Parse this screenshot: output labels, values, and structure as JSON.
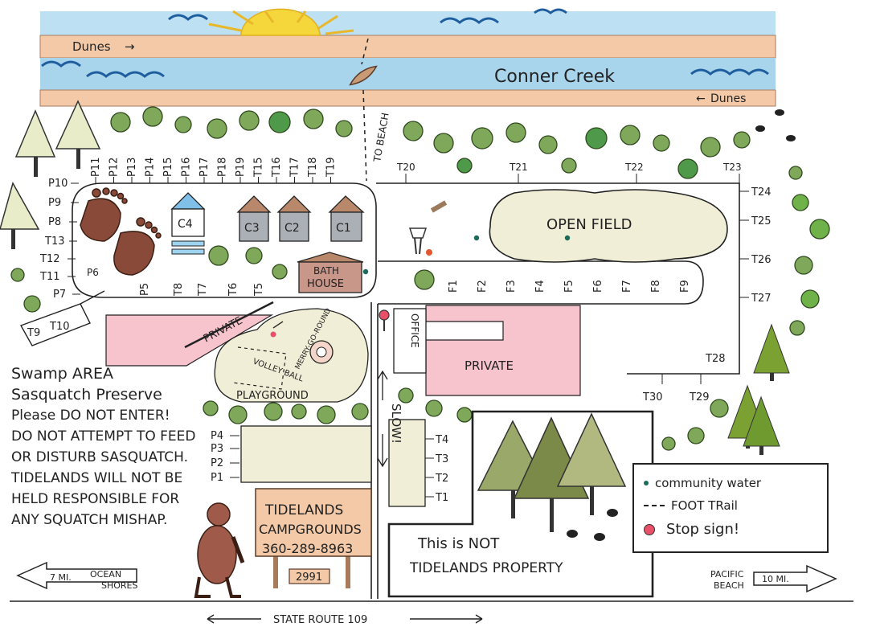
{
  "waterways": {
    "dunes_top": "Dunes",
    "creek": "Conner Creek",
    "dunes_bottom": "Dunes",
    "to_beach": "TO BEACH"
  },
  "sites": {
    "tent_top": [
      "T20",
      "T21",
      "T22",
      "T23"
    ],
    "tent_right": [
      "T24",
      "T25",
      "T26",
      "T27",
      "T28"
    ],
    "tent_bottom_right": [
      "T30",
      "T29"
    ],
    "tent_front": [
      "T4",
      "T3",
      "T2",
      "T1"
    ],
    "p_top": [
      "P11",
      "P12",
      "P13",
      "P14",
      "P15",
      "P16",
      "P17",
      "P18",
      "P19",
      "T15",
      "T16",
      "T17",
      "T18",
      "T19"
    ],
    "p_left": [
      "P10",
      "P9",
      "P8",
      "T13",
      "T12",
      "T11",
      "P7"
    ],
    "p6": "P6",
    "loop_bottom": [
      "P5",
      "T8",
      "T7",
      "T6",
      "T5"
    ],
    "f_sites": [
      "F1",
      "F2",
      "F3",
      "F4",
      "F5",
      "F6",
      "F7",
      "F8",
      "F9"
    ],
    "p_front": [
      "P4",
      "P3",
      "P2",
      "P1"
    ],
    "t9": "T9",
    "t10": "T10"
  },
  "cabins": [
    "C4",
    "C3",
    "C2",
    "C1"
  ],
  "areas": {
    "open_field": "OPEN FIELD",
    "bath_house": [
      "BATH",
      "HOUSE"
    ],
    "private_left": "PRIVATE",
    "private_right": "PRIVATE",
    "office": "OFFICE",
    "playground": "PLAYGROUND",
    "volleyball": "VOLLEY BALL",
    "merry_go_round": "MERRY-GO-ROUND",
    "slow": "SLOW!",
    "not_property": [
      "This is NOT",
      "TIDELANDS PROPERTY"
    ]
  },
  "warning": {
    "lines": [
      "Swamp AREA",
      "Sasquatch Preserve",
      "Please DO NOT ENTER!",
      "DO NOT ATTEMPT TO FEED",
      "OR DISTURB SASQUATCH.",
      "TIDELANDS WILL NOT BE",
      "HELD RESPONSIBLE FOR",
      "ANY SQUATCH MISHAP."
    ]
  },
  "sign": {
    "lines": [
      "TIDELANDS",
      "CAMPGROUNDS",
      "360-289-8963"
    ],
    "address": "2991"
  },
  "legend": {
    "items": [
      {
        "icon": "water-dot-icon",
        "label": "community water"
      },
      {
        "icon": "foot-trail-icon",
        "label": "FOOT TRail"
      },
      {
        "icon": "stop-sign-icon",
        "label": "Stop sign!"
      }
    ]
  },
  "road": {
    "name": "STATE ROUTE 109",
    "left_miles": "7 MI.",
    "left_dest": [
      "OCEAN",
      "SHORES"
    ],
    "right_dest": [
      "PACIFIC",
      "BEACH"
    ],
    "right_miles": "10 MI."
  },
  "colors": {
    "water": "#a8d4ec",
    "dunes": "#f3c9a8",
    "private": "#f7c3cd",
    "field": "#f1eed7",
    "tree": "#6b8f3c",
    "cabin_roof": "#b9876a"
  }
}
